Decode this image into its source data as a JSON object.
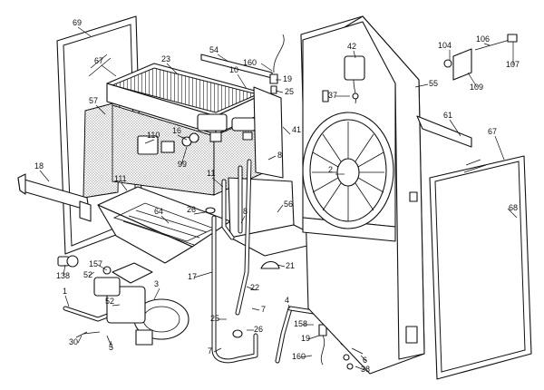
{
  "callouts": [
    {
      "id": "c69",
      "text": "69"
    },
    {
      "id": "c67a",
      "text": "67"
    },
    {
      "id": "c57",
      "text": "57"
    },
    {
      "id": "c23",
      "text": "23"
    },
    {
      "id": "c54",
      "text": "54"
    },
    {
      "id": "c10",
      "text": "10"
    },
    {
      "id": "c160a",
      "text": "160"
    },
    {
      "id": "c19a",
      "text": "19"
    },
    {
      "id": "c25a",
      "text": "25"
    },
    {
      "id": "c42",
      "text": "42"
    },
    {
      "id": "c37",
      "text": "37"
    },
    {
      "id": "c55",
      "text": "55"
    },
    {
      "id": "c104",
      "text": "104"
    },
    {
      "id": "c106",
      "text": "106"
    },
    {
      "id": "c107",
      "text": "107"
    },
    {
      "id": "c109",
      "text": "109"
    },
    {
      "id": "c61",
      "text": "61"
    },
    {
      "id": "c67b",
      "text": "67"
    },
    {
      "id": "c68",
      "text": "68"
    },
    {
      "id": "c110",
      "text": "110"
    },
    {
      "id": "c16",
      "text": "16"
    },
    {
      "id": "c99",
      "text": "99"
    },
    {
      "id": "c41",
      "text": "41"
    },
    {
      "id": "c8a",
      "text": "8"
    },
    {
      "id": "c2",
      "text": "2"
    },
    {
      "id": "c18",
      "text": "18"
    },
    {
      "id": "c111",
      "text": "111"
    },
    {
      "id": "c11",
      "text": "11"
    },
    {
      "id": "c26a",
      "text": "26"
    },
    {
      "id": "c8b",
      "text": "8"
    },
    {
      "id": "c56",
      "text": "56"
    },
    {
      "id": "c64",
      "text": "64"
    },
    {
      "id": "c157",
      "text": "157"
    },
    {
      "id": "c138",
      "text": "138"
    },
    {
      "id": "c52a",
      "text": "52"
    },
    {
      "id": "c17",
      "text": "17"
    },
    {
      "id": "c21",
      "text": "21"
    },
    {
      "id": "c1",
      "text": "1"
    },
    {
      "id": "c3",
      "text": "3"
    },
    {
      "id": "c52b",
      "text": "52"
    },
    {
      "id": "c22",
      "text": "22"
    },
    {
      "id": "c4",
      "text": "4"
    },
    {
      "id": "c7a",
      "text": "7"
    },
    {
      "id": "c25b",
      "text": "25"
    },
    {
      "id": "c26b",
      "text": "26"
    },
    {
      "id": "c158",
      "text": "158"
    },
    {
      "id": "c19b",
      "text": "19"
    },
    {
      "id": "c30",
      "text": "30"
    },
    {
      "id": "c5",
      "text": "5"
    },
    {
      "id": "c7b",
      "text": "7"
    },
    {
      "id": "c160b",
      "text": "160"
    },
    {
      "id": "c6",
      "text": "6"
    },
    {
      "id": "c38",
      "text": "38"
    }
  ]
}
